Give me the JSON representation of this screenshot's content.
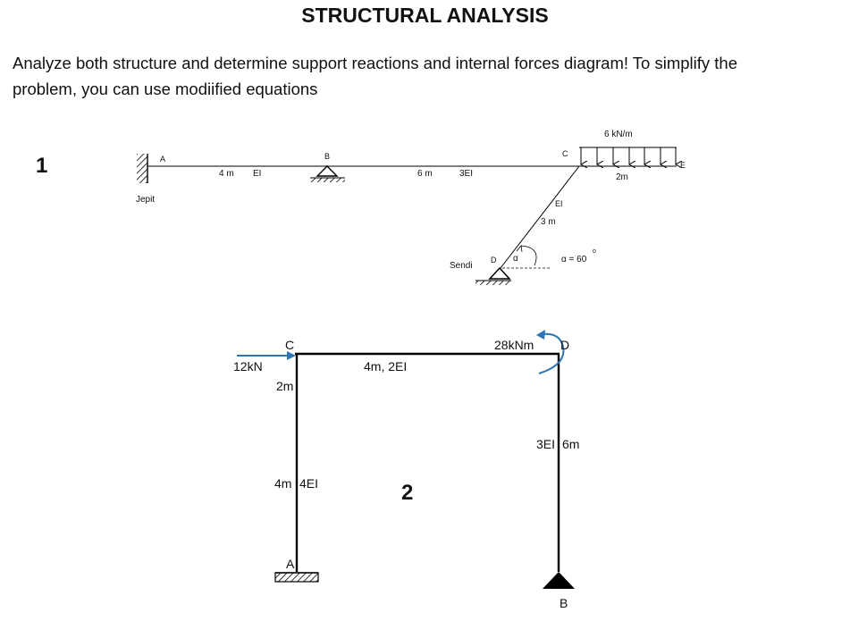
{
  "header": {
    "title": "STRUCTURAL ANALYSIS",
    "line1": "Analyze both structure and determine support reactions and internal forces diagram! To simplify the",
    "line2": "problem, you can use modiified equations"
  },
  "problem1": {
    "number": "1",
    "node_a": "A",
    "node_b": "B",
    "node_c": "C",
    "node_d": "D",
    "node_e": "E",
    "span_ab_length": "4 m",
    "span_ab_stiffness": "EI",
    "span_bc_length": "6 m",
    "span_bc_stiffness": "3EI",
    "load_label": "6 kN/m",
    "span_ce_length": "2m",
    "member_cd_stiffness": "EI",
    "member_cd_length": "3 m",
    "support_a_label": "Jepit",
    "support_d_label": "Sendi",
    "angle_symbol": "α",
    "angle_label": "α = 60",
    "degree_mark": "o"
  },
  "problem2": {
    "number": "2",
    "node_a": "A",
    "node_b": "B",
    "node_c": "C",
    "node_d": "D",
    "point_load": "12kN",
    "moment_label": "28kNm",
    "load_offset": "2m",
    "left_col_length": "4m",
    "left_col_stiffness": "4EI",
    "beam_label": "4m, 2EI",
    "right_col_stiffness": "3EI",
    "right_col_length": "6m"
  },
  "colors": {
    "load_arrow": "#2e75b6",
    "line": "#000000"
  }
}
